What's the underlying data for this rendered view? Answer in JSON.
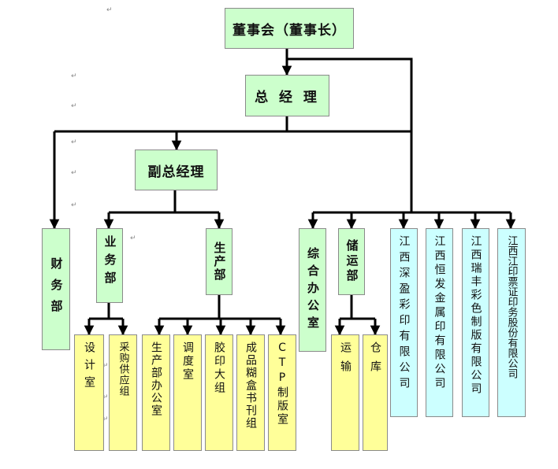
{
  "nodes": {
    "board": "董事会（董事长）",
    "gm": "总 经 理",
    "dgm": "副总经理",
    "finance": "财务部",
    "business": "业务部",
    "production": "生产部",
    "office": "综合办公室",
    "storage": "储运部",
    "design": "设计室",
    "purchase": "采购供应组",
    "prod_office": "生产部办公室",
    "dispatch": "调度室",
    "offset": "胶印大组",
    "finishing": "成品糊盒书刊组",
    "ctp": "CTP制版室",
    "transport": "运输",
    "warehouse": "仓库",
    "sub1": "江西深盈彩印有限公司",
    "sub2": "江西恒发金属印有限公司",
    "sub3": "江西瑞丰彩色制版有限公司",
    "sub4": "江西江印票证印务股份有限公司"
  },
  "colors": {
    "executive": "#ccffcc",
    "department": "#ccffcc",
    "team": "#ffff99",
    "subsidiary": "#ccffff",
    "connector": "#000000"
  }
}
